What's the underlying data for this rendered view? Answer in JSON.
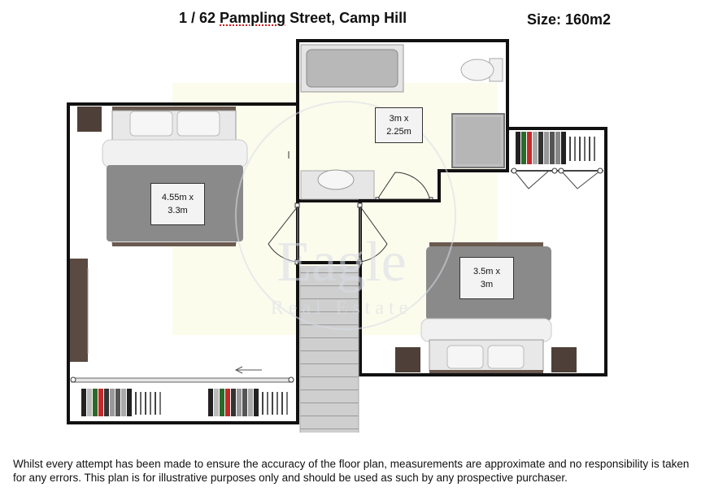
{
  "header": {
    "title_prefix": "1 / 62 ",
    "title_street": "Pampling",
    "title_suffix": " Street, Camp Hill",
    "size": "Size: 160m2"
  },
  "rooms": {
    "bedroom_1": {
      "dim_line1": "4.55m x",
      "dim_line2": "3.3m"
    },
    "bathroom": {
      "dim_line1": "3m x",
      "dim_line2": "2.25m"
    },
    "bedroom_2": {
      "dim_line1": "3.5m x",
      "dim_line2": "3m"
    }
  },
  "watermark": {
    "brand": "Eagle",
    "tagline": "Real Estate"
  },
  "footer": {
    "disclaimer": "Whilst every attempt has been made to ensure the accuracy of the floor plan, measurements are approximate and no responsibility is taken for any errors. This plan is for illustrative purposes only and should be used as such by any prospective purchaser."
  },
  "colors": {
    "wall": "#111111",
    "bed_blanket": "#8a8a8a",
    "furniture_wood": "#5a4a42",
    "tile": "#b8b8b8",
    "watermark": "#d8dde6"
  }
}
